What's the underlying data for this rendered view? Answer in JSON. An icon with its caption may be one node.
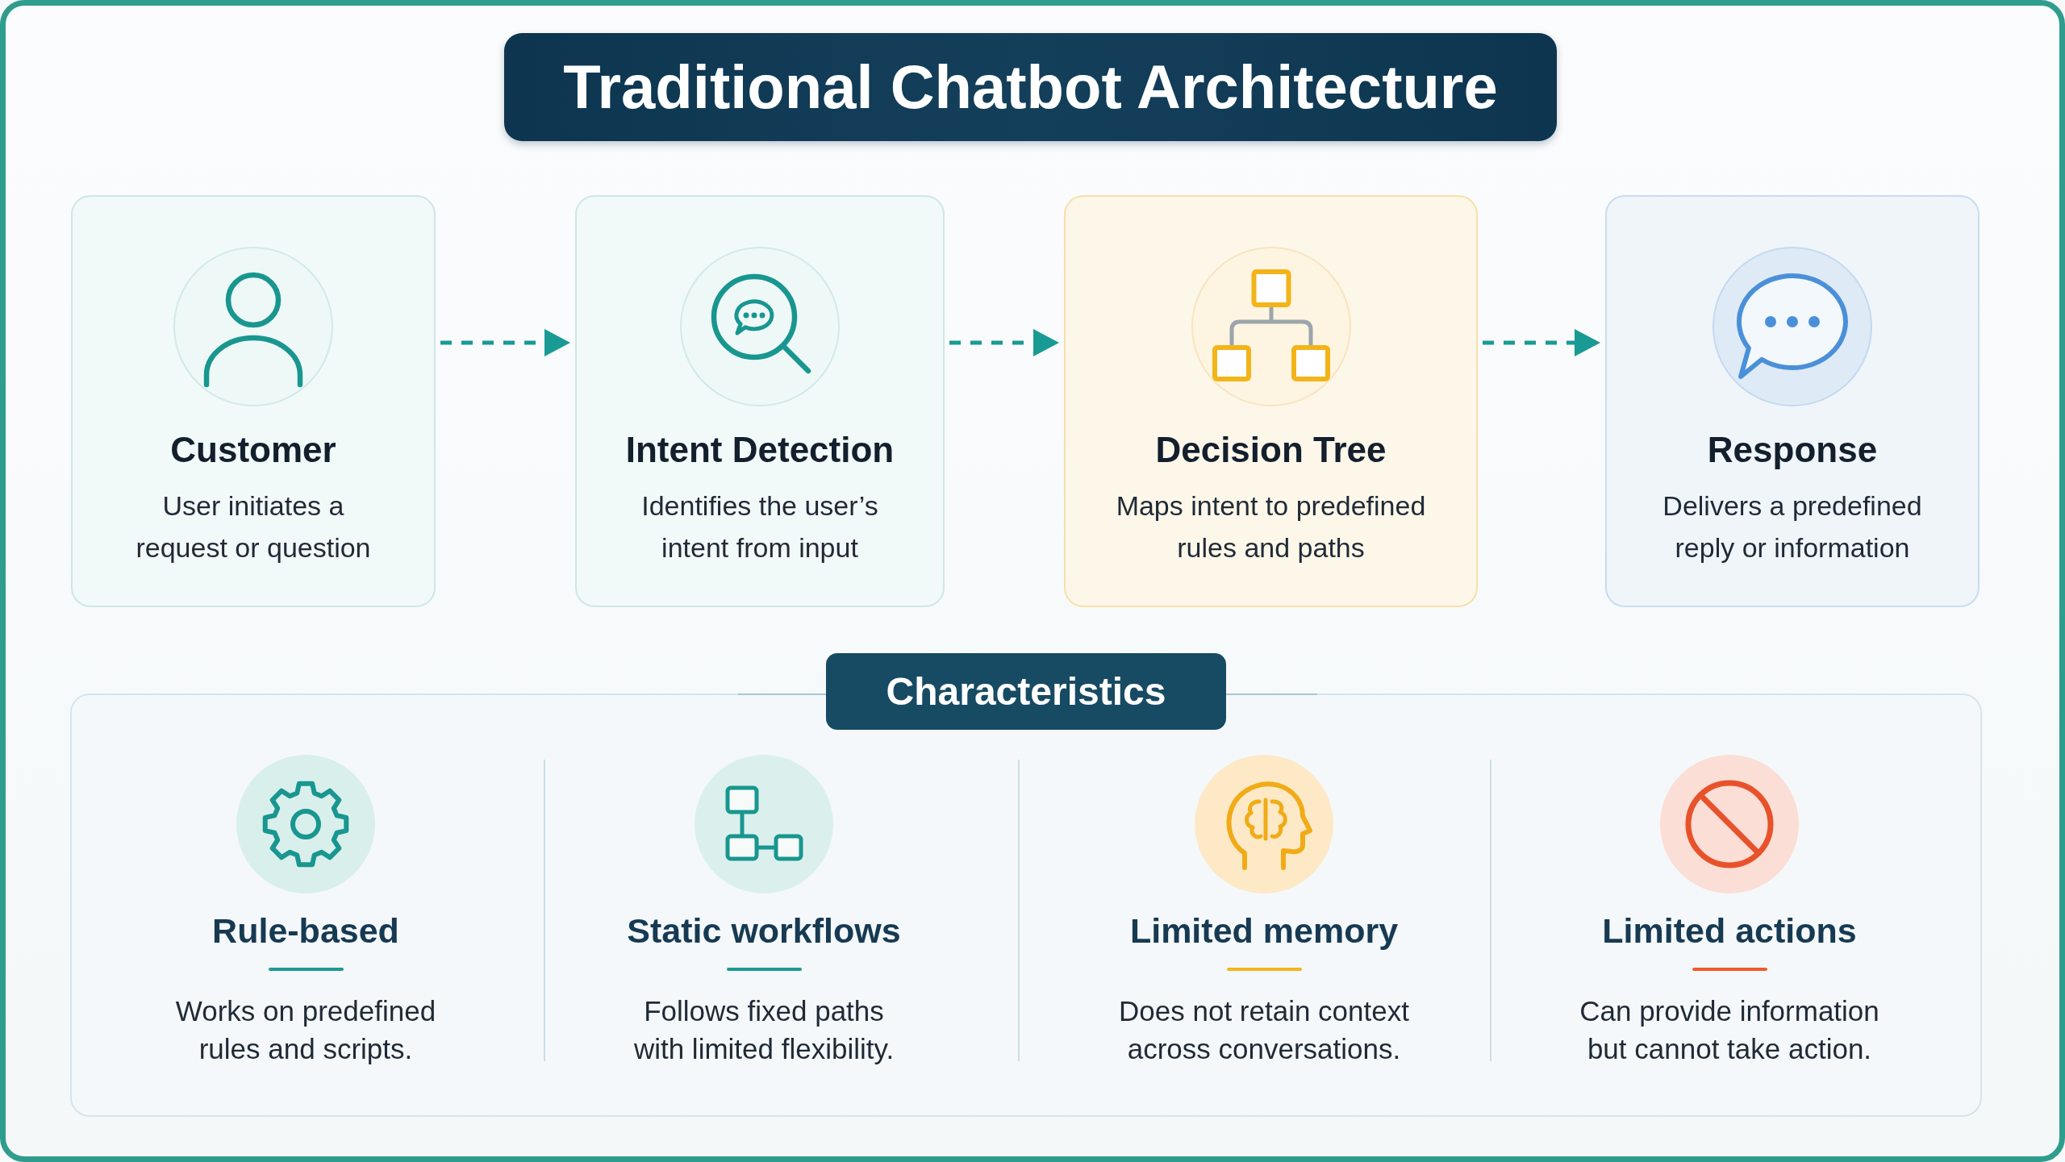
{
  "diagram": {
    "title": "Traditional Chatbot Architecture",
    "nodes": [
      {
        "text": [
          "Customer",
          "User initiates a request or question"
        ]
      },
      {
        "text": [
          "Intent Detection",
          "Identifies the user’s intent from input"
        ]
      },
      {
        "text": [
          "Decision Tree",
          "Maps intent to predefined rules and paths"
        ]
      },
      {
        "text": [
          "Response",
          "Delivers a predefined reply or information"
        ]
      },
      {
        "text": [
          "Characteristics"
        ]
      },
      {
        "text": [
          "Rule-based",
          "Works on predefined rules and scripts."
        ],
        "in": 4
      },
      {
        "text": [
          "Static workflows",
          "Follows fixed paths with limited flexibility."
        ],
        "in": 4
      },
      {
        "text": [
          "Limited memory",
          "Does not retain context across conversations."
        ],
        "in": 4
      },
      {
        "text": [
          "Limited actions",
          "Can provide information but cannot take action."
        ],
        "in": 4
      }
    ],
    "edges": [
      {
        "from": 0,
        "to": 1,
        "arrow": "to",
        "style": "dashed"
      },
      {
        "from": 1,
        "to": 2,
        "arrow": "to",
        "style": "dashed"
      },
      {
        "from": 2,
        "to": 3,
        "arrow": "to",
        "style": "dashed"
      }
    ]
  }
}
